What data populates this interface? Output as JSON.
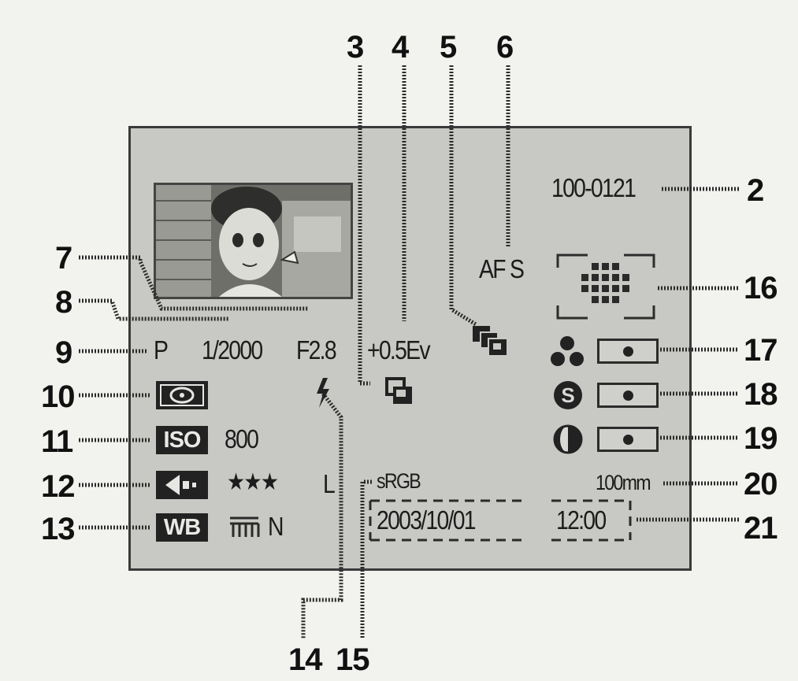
{
  "callouts": {
    "n2": "2",
    "n3": "3",
    "n4": "4",
    "n5": "5",
    "n6": "6",
    "n7": "7",
    "n8": "8",
    "n9": "9",
    "n10": "10",
    "n11": "11",
    "n12": "12",
    "n13": "13",
    "n14": "14",
    "n15": "15",
    "n16": "16",
    "n17": "17",
    "n18": "18",
    "n19": "19",
    "n20": "20",
    "n21": "21"
  },
  "screen": {
    "file_number": "100-0121",
    "af_mode": "AF S",
    "mode": "P",
    "shutter": "1/2000",
    "aperture": "F2.8",
    "exposure_comp": "+0.5Ev",
    "iso_badge": "ISO",
    "iso_value": "800",
    "quality_stars": "★★★",
    "quality_size": "L",
    "wb_badge": "WB",
    "wb_value": "N",
    "color_space": "sRGB",
    "date": "2003/10/01",
    "time": "12:00",
    "focal_length": "100mm"
  },
  "icons": {
    "metering": "metering-icon",
    "flash": "flash-icon",
    "drive": "continuous-drive-icon",
    "bracketing": "bracketing-icon",
    "af_area": "af-area-icon",
    "saturation": "saturation-icon",
    "sharpness": "sharpness-icon",
    "contrast": "contrast-icon",
    "sound": "sound-icon",
    "wb_preset": "fluorescent-wb-icon"
  }
}
